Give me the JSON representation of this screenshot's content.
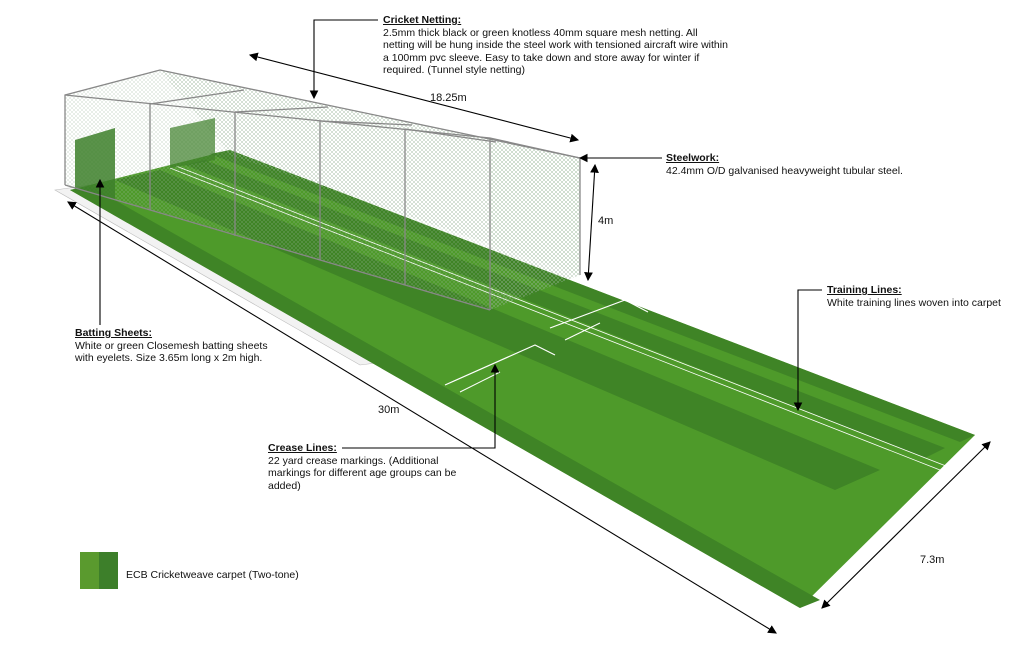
{
  "annotations": {
    "netting": {
      "title": "Cricket Netting:",
      "text": "2.5mm thick black or green knotless 40mm square mesh netting. All netting will be hung inside the steel work with tensioned aircraft wire within a 100mm pvc sleeve. Easy to take down and store away for winter if required. (Tunnel style netting)"
    },
    "steelwork": {
      "title": "Steelwork:",
      "text": "42.4mm O/D galvanised heavyweight tubular steel."
    },
    "training": {
      "title": "Training Lines:",
      "text": "White training lines woven into carpet"
    },
    "batting": {
      "title": "Batting Sheets:",
      "text": "White or green Closemesh batting sheets with eyelets. Size 3.65m long x 2m high."
    },
    "crease": {
      "title": "Crease Lines:",
      "text": "22 yard crease markings. (Additional markings for different age groups can be added)"
    }
  },
  "dimensions": {
    "length_net": "18.25m",
    "height": "4m",
    "length_total": "30m",
    "width": "7.3m"
  },
  "legend": {
    "label": "ECB Cricketweave carpet (Two-tone)",
    "colors": [
      "#5a9a2e",
      "#3d7f2a"
    ]
  }
}
